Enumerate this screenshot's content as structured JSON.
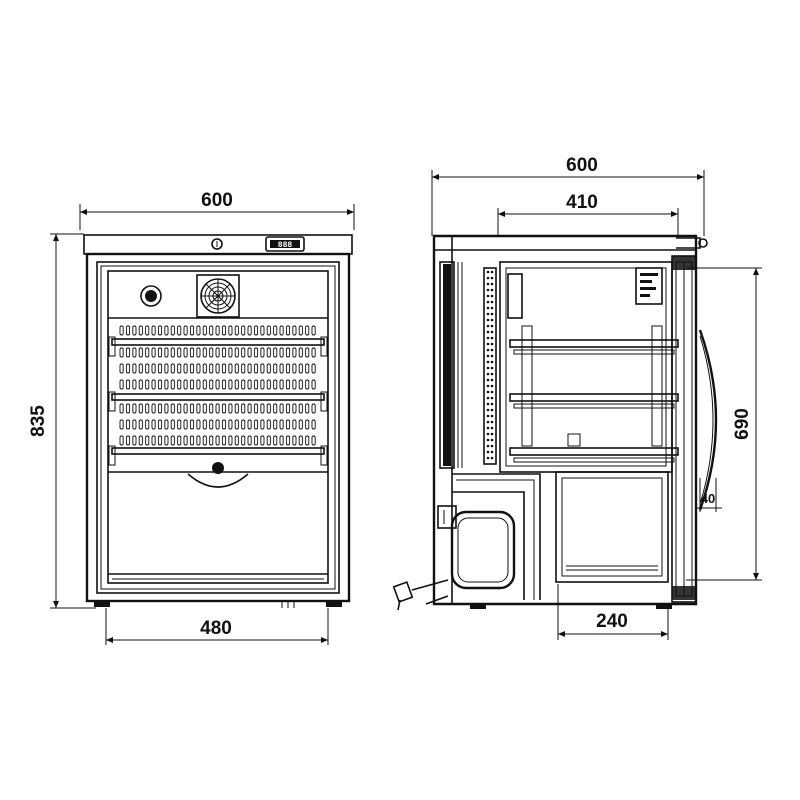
{
  "front_view": {
    "width_top": "600",
    "width_bottom": "480",
    "height": "835",
    "display_digits": "888"
  },
  "side_view": {
    "depth_total": "600",
    "depth_inner": "410",
    "height_inner": "690",
    "door_gap": "40",
    "lower_depth": "240"
  },
  "colors": {
    "line": "#111111",
    "background": "#ffffff"
  }
}
